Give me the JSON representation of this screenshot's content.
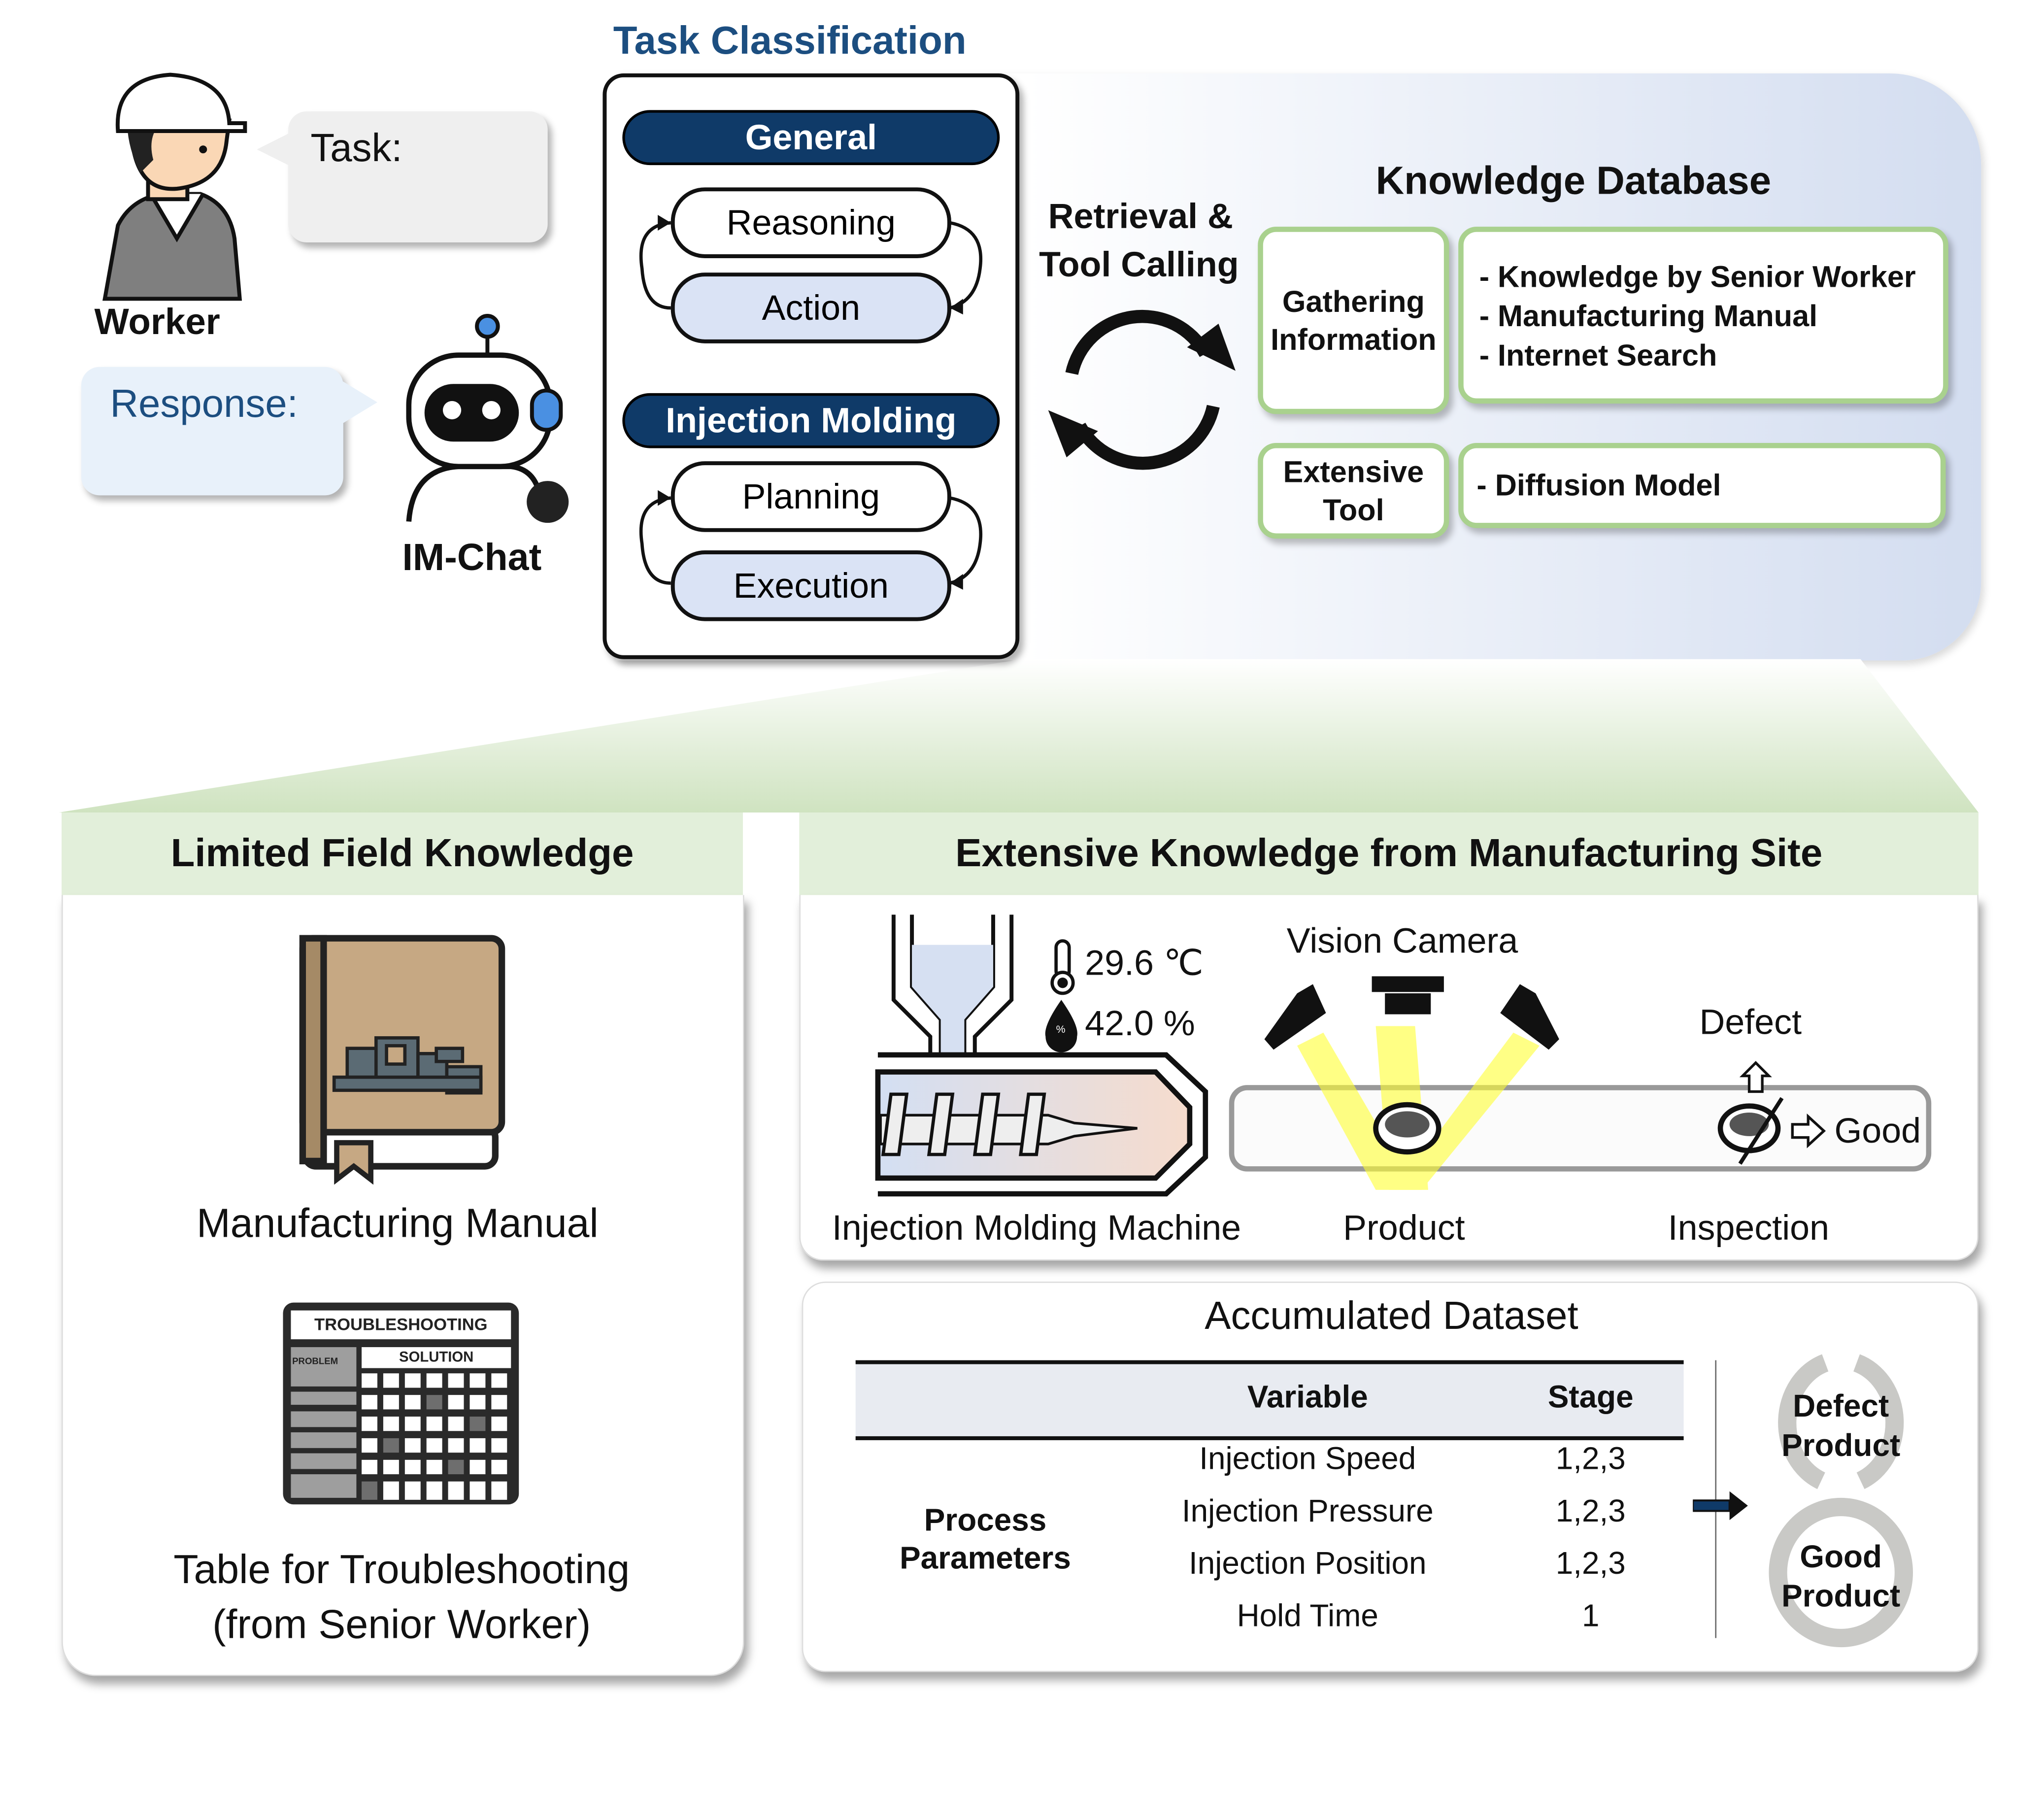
{
  "header": {
    "task_classification": "Task Classification"
  },
  "chat": {
    "worker_label": "Worker",
    "task_label": "Task:",
    "response_label": "Response:",
    "bot_label": "IM-Chat"
  },
  "classification": {
    "general": {
      "title": "General",
      "steps": [
        "Reasoning",
        "Action"
      ]
    },
    "injection": {
      "title": "Injection Molding",
      "steps": [
        "Planning",
        "Execution"
      ]
    }
  },
  "retrieval": {
    "line1": "Retrieval &",
    "line2": "Tool Calling"
  },
  "knowledge_db": {
    "title": "Knowledge Database",
    "gathering": {
      "line1": "Gathering",
      "line2": "Information"
    },
    "gathering_items": [
      "- Knowledge by Senior Worker",
      "- Manufacturing Manual",
      "- Internet Search"
    ],
    "tool": {
      "line1": "Extensive",
      "line2": "Tool"
    },
    "tool_items": [
      "- Diffusion Model"
    ]
  },
  "limited": {
    "title": "Limited Field Knowledge",
    "manual_label": "Manufacturing Manual",
    "table_label_line1": "Table for Troubleshooting",
    "table_label_line2": "(from Senior Worker)",
    "table_icon": {
      "title": "TROUBLESHOOTING",
      "problem": "PROBLEM",
      "solution": "SOLUTION"
    }
  },
  "extensive": {
    "title": "Extensive Knowledge from Manufacturing Site",
    "temperature": "29.6 ℃",
    "humidity": "42.0 %",
    "humidity_icon_text": "%",
    "vision_camera": "Vision Camera",
    "defect": "Defect",
    "good": "Good",
    "machine_label": "Injection Molding Machine",
    "product_label": "Product",
    "inspection_label": "Inspection"
  },
  "dataset": {
    "title": "Accumulated Dataset",
    "columns": [
      "Variable",
      "Stage"
    ],
    "group_line1": "Process",
    "group_line2": "Parameters",
    "rows": [
      {
        "variable": "Injection Speed",
        "stage": "1,2,3"
      },
      {
        "variable": "Injection Pressure",
        "stage": "1,2,3"
      },
      {
        "variable": "Injection Position",
        "stage": "1,2,3"
      },
      {
        "variable": "Hold Time",
        "stage": "1"
      }
    ],
    "defect_product": {
      "line1": "Defect",
      "line2": "Product"
    },
    "good_product": {
      "line1": "Good",
      "line2": "Product"
    }
  },
  "colors": {
    "navy": "#0f3a68",
    "green_border": "#a9d18e",
    "header_green": "#e2efda",
    "light_blue": "#dae3f5"
  }
}
